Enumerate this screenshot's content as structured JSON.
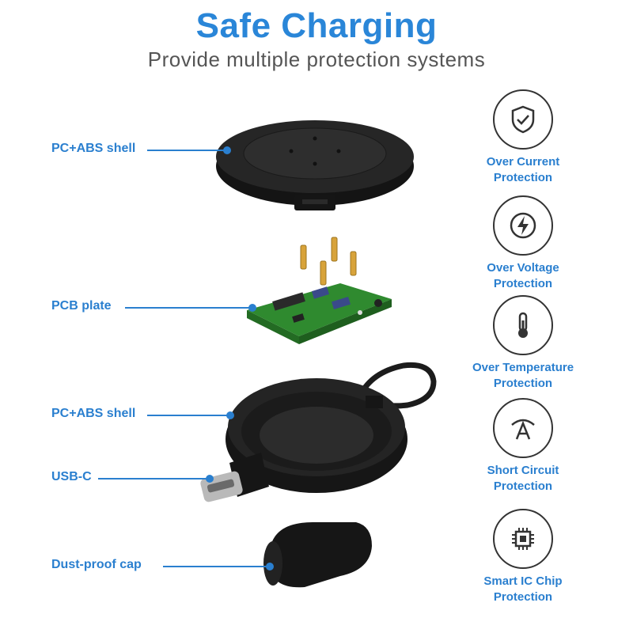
{
  "header": {
    "title": "Safe Charging",
    "subtitle": "Provide multiple protection systems"
  },
  "parts": [
    {
      "label": "PC+ABS shell"
    },
    {
      "label": "PCB plate"
    },
    {
      "label": "PC+ABS shell"
    },
    {
      "label": "USB-C"
    },
    {
      "label": "Dust-proof cap"
    }
  ],
  "features": [
    {
      "icon": "shield-check-icon",
      "line1": "Over Current",
      "line2": "Protection"
    },
    {
      "icon": "lightning-bolt-icon",
      "line1": "Over Voltage",
      "line2": "Protection"
    },
    {
      "icon": "thermometer-icon",
      "line1": "Over Temperature",
      "line2": "Protection"
    },
    {
      "icon": "short-circuit-icon",
      "line1": "Short Circuit",
      "line2": "Protection"
    },
    {
      "icon": "ic-chip-icon",
      "line1": "Smart IC Chip",
      "line2": "Protection"
    }
  ],
  "colors": {
    "accent": "#2a86d8",
    "label": "#2a7fcf",
    "subtitle": "#555555",
    "product": "#1c1c1c",
    "pcb": "#3aa13a"
  }
}
